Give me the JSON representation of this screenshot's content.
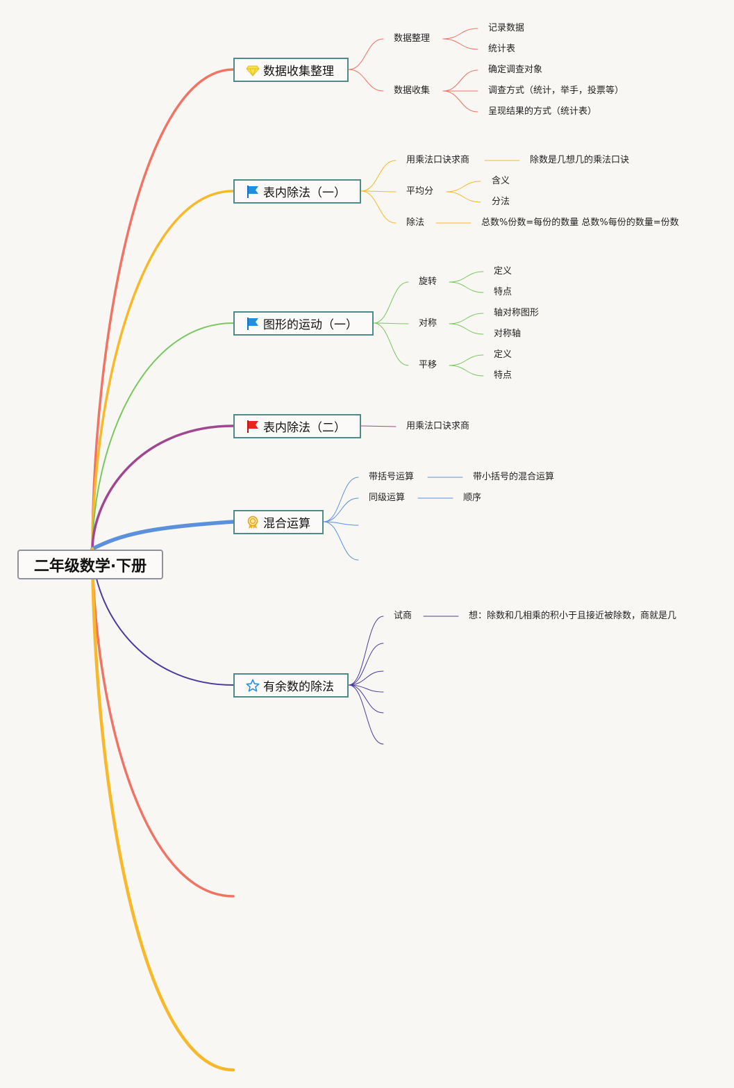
{
  "root": {
    "label": "二年级数学·下册"
  },
  "branches": [
    {
      "label": "数据收集整理",
      "icon": "gem-icon",
      "color": "#f07363",
      "children": [
        {
          "label": "数据整理",
          "children": [
            {
              "label": "记录数据"
            },
            {
              "label": "统计表"
            }
          ]
        },
        {
          "label": "数据收集",
          "children": [
            {
              "label": "确定调查对象"
            },
            {
              "label": "调查方式（统计，举手，投票等）"
            },
            {
              "label": "呈现结果的方式（统计表）"
            }
          ]
        }
      ]
    },
    {
      "label": "表内除法（一）",
      "icon": "blue-flag-icon",
      "color": "#f9b82a",
      "children": [
        {
          "label": "用乘法口诀求商",
          "children": [
            {
              "label": "除数是几想几的乘法口诀"
            }
          ]
        },
        {
          "label": "平均分",
          "children": [
            {
              "label": "含义"
            },
            {
              "label": "分法"
            }
          ]
        },
        {
          "label": "除法",
          "children": [
            {
              "label": "总数%份数=每份的数量 总数%每份的数量=份数"
            }
          ]
        }
      ]
    },
    {
      "label": "图形的运动（一）",
      "icon": "blue-flag-icon",
      "color": "#79c85e",
      "children": [
        {
          "label": "旋转",
          "children": [
            {
              "label": "定义"
            },
            {
              "label": "特点"
            }
          ]
        },
        {
          "label": "对称",
          "children": [
            {
              "label": "轴对称图形"
            },
            {
              "label": "对称轴"
            }
          ]
        },
        {
          "label": "平移",
          "children": [
            {
              "label": "定义"
            },
            {
              "label": "特点"
            }
          ]
        }
      ]
    },
    {
      "label": "表内除法（二）",
      "icon": "red-flag-icon",
      "color": "#a0478f",
      "children": [
        {
          "label": "用乘法口诀求商",
          "children": []
        }
      ]
    },
    {
      "label": "混合运算",
      "icon": "award-ribbon-icon",
      "color": "#5b91dc",
      "children": [
        {
          "label": "带括号运算",
          "children": [
            {
              "label": "带小括号的混合运算"
            }
          ]
        },
        {
          "label": "同级运算",
          "children": [
            {
              "label": "顺序"
            }
          ]
        },
        {
          "label": "",
          "children": []
        },
        {
          "label": "",
          "children": []
        }
      ]
    },
    {
      "label": "有余数的除法",
      "icon": "star-icon",
      "color": "#4a3c9a",
      "children": [
        {
          "label": "试商",
          "children": [
            {
              "label": "想：除数和几相乘的积小于且接近被除数，商就是几"
            }
          ]
        },
        {
          "label": "",
          "children": []
        },
        {
          "label": "",
          "children": []
        },
        {
          "label": "",
          "children": []
        },
        {
          "label": "",
          "children": []
        },
        {
          "label": "",
          "children": []
        }
      ]
    },
    {
      "label": "",
      "icon": "",
      "color": "#f07363",
      "children": []
    },
    {
      "label": "",
      "icon": "",
      "color": "#f9b82a",
      "children": []
    }
  ]
}
